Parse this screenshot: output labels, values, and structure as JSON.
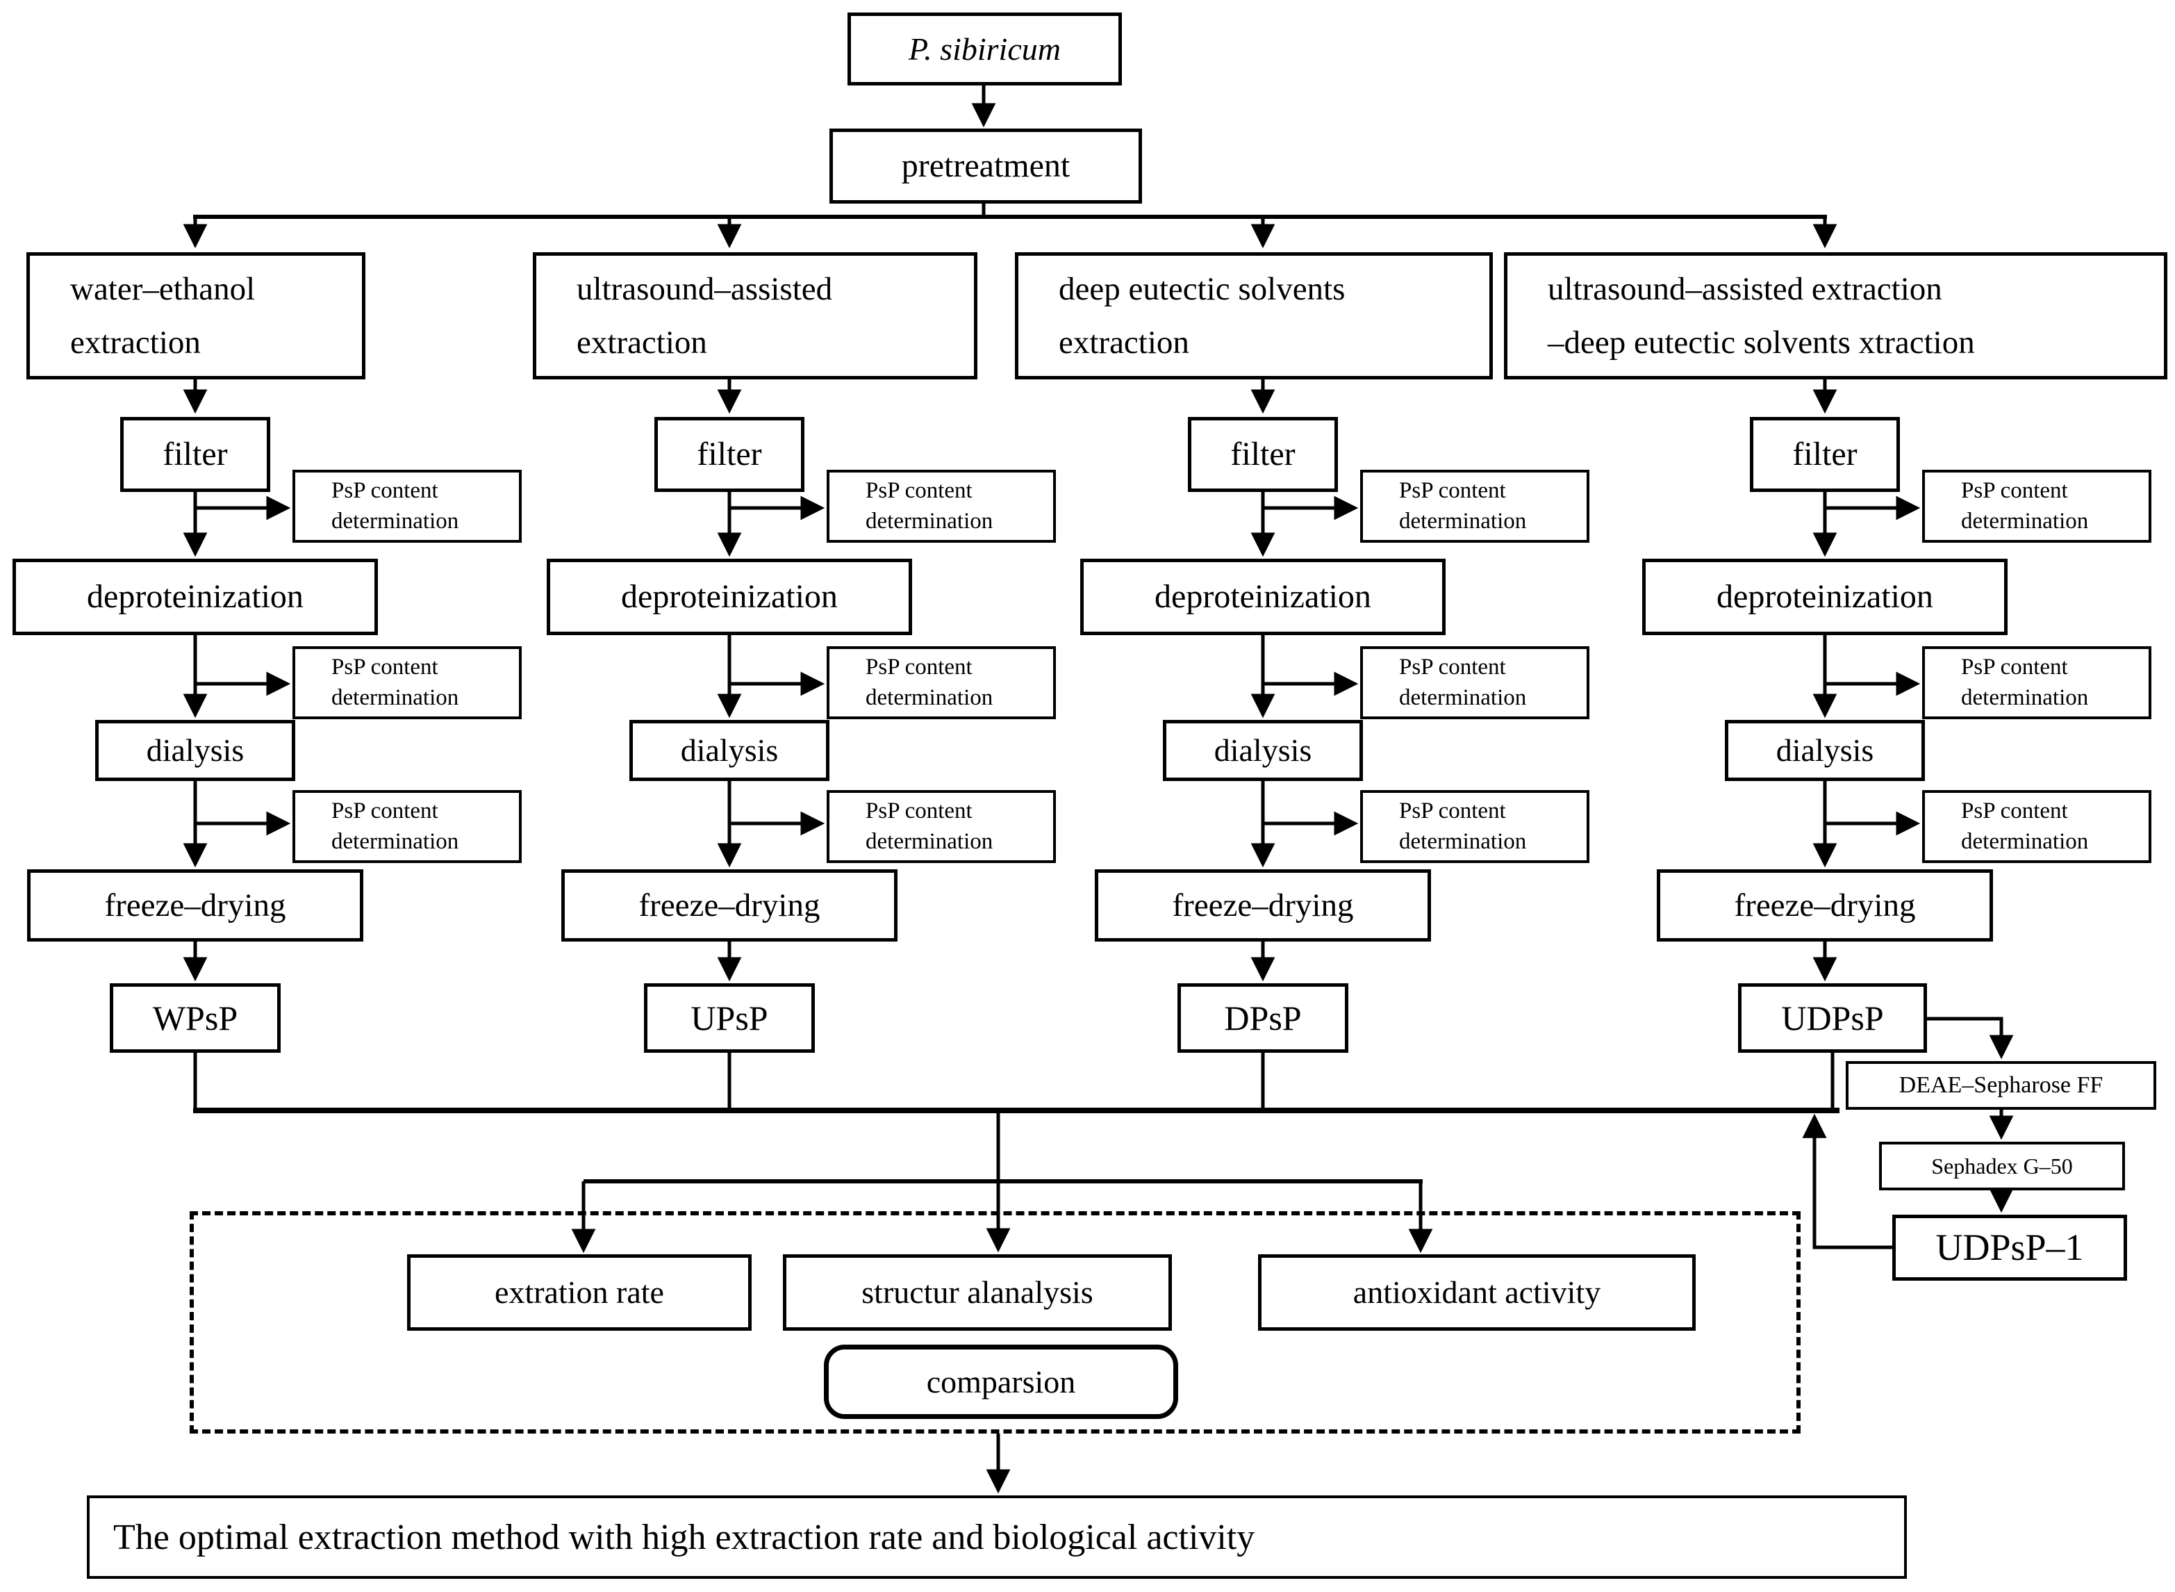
{
  "figure": {
    "source": "P. sibiricum",
    "pretreatment": "pretreatment",
    "psp_lines": [
      "PsP content",
      "determination"
    ],
    "steps": {
      "filter": "filter",
      "deproteinization": "deproteinization",
      "dialysis": "dialysis",
      "freeze_drying": "freeze–drying"
    },
    "columns": [
      {
        "extraction_lines": [
          "water–ethanol",
          "extraction"
        ],
        "product": "WPsP"
      },
      {
        "extraction_lines": [
          "ultrasound–assisted",
          "extraction"
        ],
        "product": "UPsP"
      },
      {
        "extraction_lines": [
          "deep eutectic solvents",
          "extraction"
        ],
        "product": "DPsP"
      },
      {
        "extraction_lines": [
          "ultrasound–assisted extraction",
          "–deep eutectic solvents xtraction"
        ],
        "product": "UDPsP"
      }
    ],
    "purification": {
      "deae": "DEAE–Sepharose FF",
      "sephadex": "Sephadex G–50",
      "fraction": "UDPsP–1"
    },
    "evaluation": {
      "extraction_rate": "extration rate",
      "structure_analysis": "structur alanalysis",
      "antioxidant": "antioxidant activity",
      "comparison": "comparsion"
    },
    "conclusion": "The optimal extraction method with high extraction rate and biological activity",
    "colors": {
      "ink": "#000000",
      "background": "#ffffff"
    }
  }
}
